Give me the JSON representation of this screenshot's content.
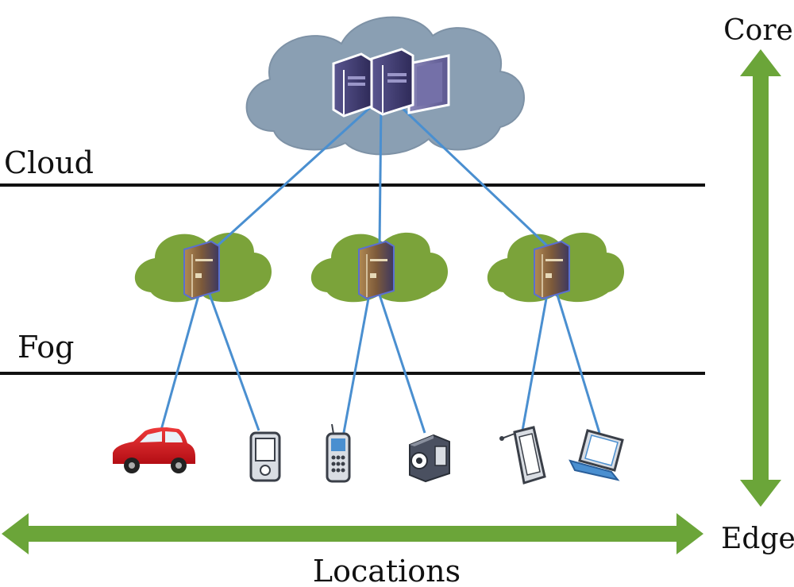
{
  "labels": {
    "cloud": "Cloud",
    "fog": "Fog",
    "core": "Core",
    "edge": "Edge",
    "locations": "Locations"
  },
  "layers": [
    {
      "name_key": "cloud",
      "boundary": "upper"
    },
    {
      "name_key": "fog",
      "boundary": "lower"
    }
  ],
  "nodes": {
    "cloud_servers": {
      "icon": "server-cluster-icon",
      "count": 3
    },
    "fog_nodes": [
      {
        "icon": "fog-server-icon",
        "devices": [
          "car-icon",
          "pda-icon"
        ]
      },
      {
        "icon": "fog-server-icon",
        "devices": [
          "mobile-phone-icon",
          "video-camera-icon"
        ]
      },
      {
        "icon": "fog-server-icon",
        "devices": [
          "tablet-icon",
          "laptop-icon"
        ]
      }
    ]
  },
  "colors": {
    "cloud_fill": "#8A9FB3",
    "fog_fill": "#7BA33A",
    "link": "#4A8FD0",
    "arrow": "#6BA539",
    "layer_line": "#111111",
    "server_body": "#3E3A6E",
    "car": "#D0121A"
  }
}
